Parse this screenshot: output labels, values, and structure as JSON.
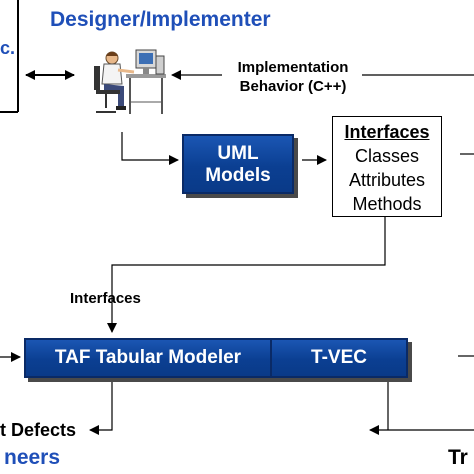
{
  "heading": {
    "top": "Designer/Implementer",
    "bottom_left": "neers",
    "left_cut": "c."
  },
  "labels": {
    "implementation_behavior_line1": "Implementation",
    "implementation_behavior_line2": "Behavior (C++)",
    "interfaces_in": "Interfaces",
    "defects": "t Defects",
    "bottom_right": "Tr"
  },
  "boxes": {
    "uml_line1": "UML",
    "uml_line2": "Models",
    "interfaces_title": "Interfaces",
    "interfaces_items": [
      "Classes",
      "Attributes",
      "Methods"
    ],
    "taf": "TAF Tabular Modeler",
    "tvec": "T-VEC"
  },
  "colors": {
    "box_blue": "#0b3f92",
    "title_blue": "#1f4fb8"
  },
  "icons": {
    "designer": "person-at-computer"
  }
}
